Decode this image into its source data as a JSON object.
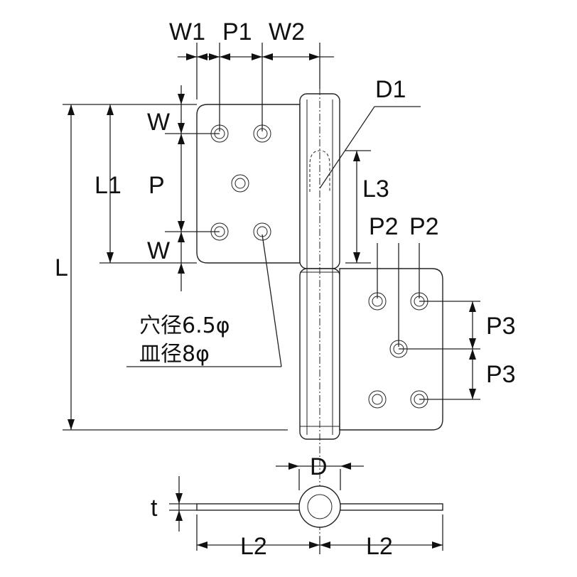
{
  "drawing": {
    "labels": {
      "w1": "W1",
      "p1": "P1",
      "w2": "W2",
      "d1": "D1",
      "w_top": "W",
      "l1": "L1",
      "p": "P",
      "w_bottom": "W",
      "l3": "L3",
      "l": "L",
      "p2_a": "P2",
      "p2_b": "P2",
      "p3_a": "P3",
      "p3_b": "P3",
      "d": "D",
      "t": "t",
      "l2_left": "L2",
      "l2_right": "L2"
    },
    "note": {
      "hole_diameter": "穴径6.5φ",
      "countersink_diameter": "皿径8φ"
    }
  }
}
